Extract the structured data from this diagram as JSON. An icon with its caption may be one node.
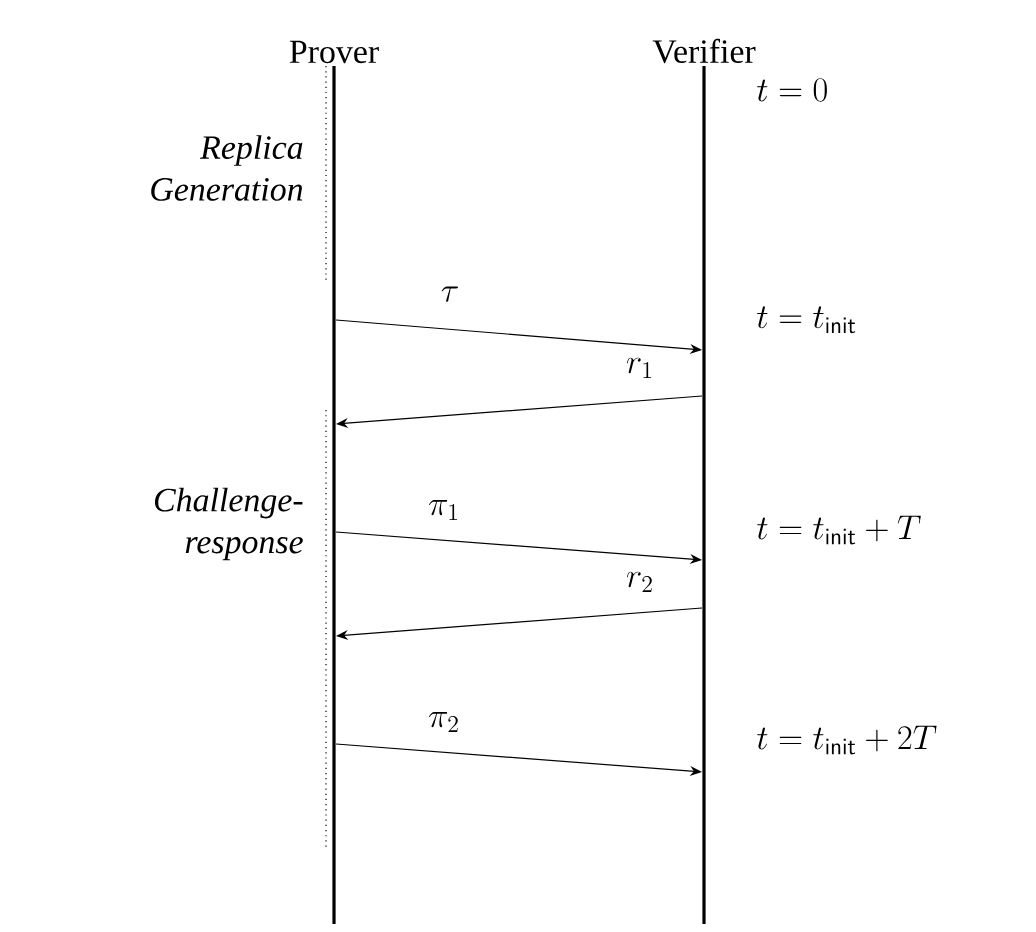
{
  "diagram": {
    "nodes": [
      {
        "text": [
          "Prover"
        ]
      },
      {
        "text": [
          "Verifier"
        ]
      }
    ],
    "edges": [
      {
        "from": 0,
        "to": 1,
        "arrow": "to",
        "label": "\\tau"
      },
      {
        "from": 1,
        "to": 0,
        "arrow": "to",
        "label": "r_1"
      },
      {
        "from": 0,
        "to": 1,
        "arrow": "to",
        "label": "\\pi_1"
      },
      {
        "from": 1,
        "to": 0,
        "arrow": "to",
        "label": "r_2"
      },
      {
        "from": 0,
        "to": 1,
        "arrow": "to",
        "label": "\\pi_2"
      }
    ],
    "labels": [
      "Replica Generation",
      "t = 0",
      "t = t_{\\mathsf{init}}",
      "Challenge-response",
      "t = t_{\\mathsf{init}} + T",
      "t = t_{\\mathsf{init}} + 2T"
    ]
  }
}
